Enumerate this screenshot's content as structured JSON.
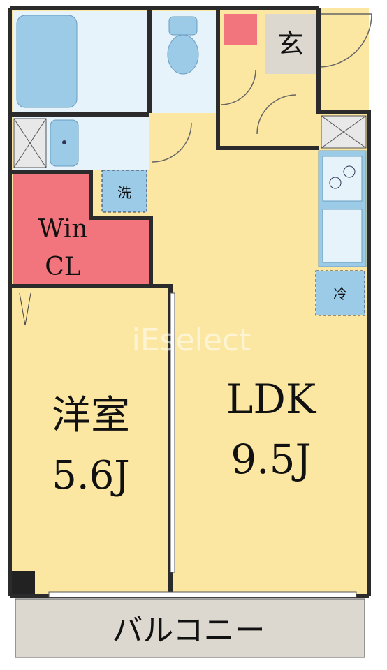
{
  "rooms": {
    "entrance": "玄",
    "washer": "洗",
    "walk_in_closet_line1": "Win",
    "walk_in_closet_line2": "CL",
    "fridge": "冷",
    "bedroom_name": "洋室",
    "bedroom_size": "5.6J",
    "ldk_name": "LDK",
    "ldk_size": "9.5J",
    "balcony": "バルコニー"
  },
  "watermark": "iEselect",
  "colors": {
    "floor": "#fbe7a1",
    "wet_area": "#e6f3fb",
    "fixture": "#9ccbe8",
    "closet": "#f2747c",
    "balcony": "#dcd8cf",
    "wall": "#2b2b2b"
  }
}
